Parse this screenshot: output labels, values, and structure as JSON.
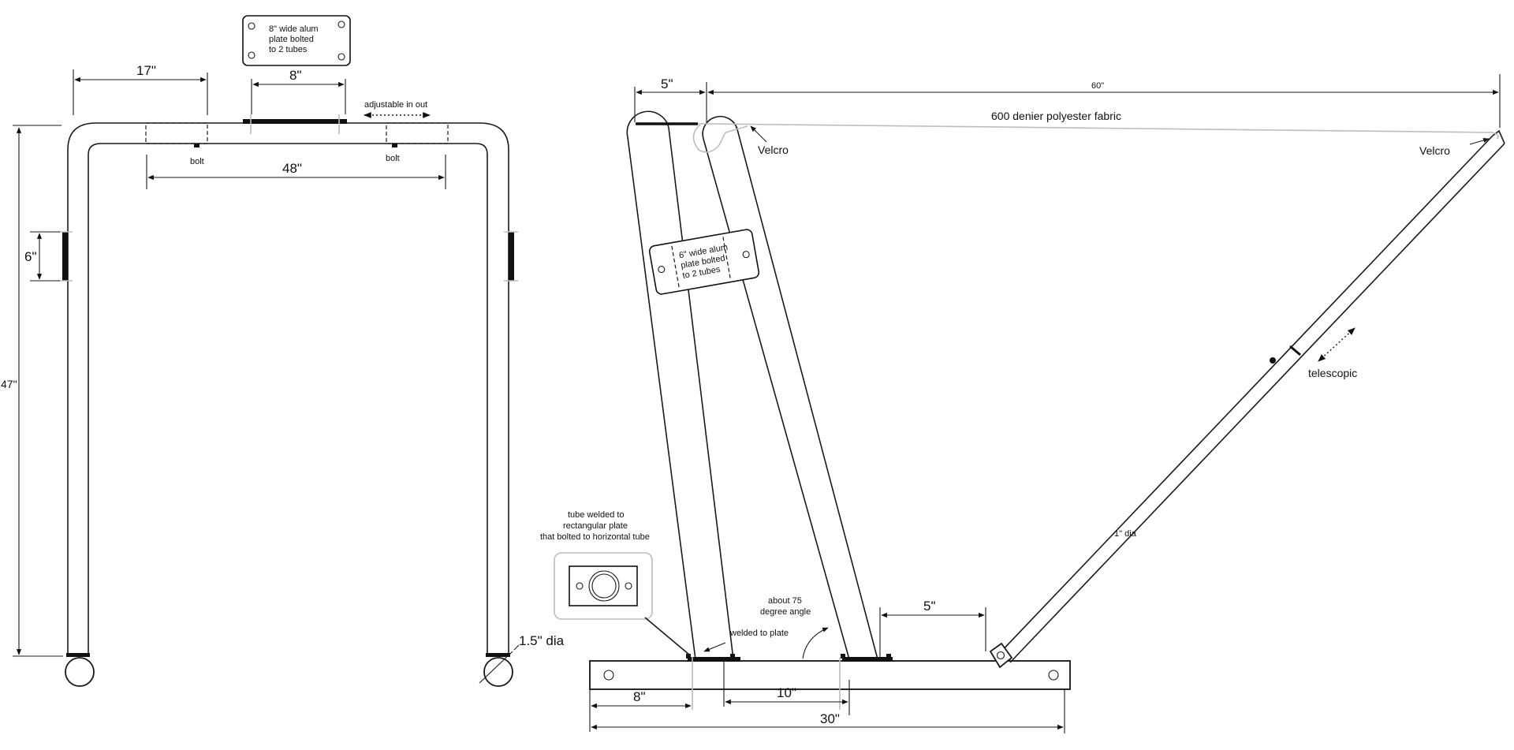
{
  "front_view": {
    "plate_note": [
      "8\" wide alum",
      "plate bolted",
      "to 2 tubes"
    ],
    "dim_17": "17\"",
    "dim_8": "8\"",
    "adjustable": "adjustable in out",
    "dim_48": "48\"",
    "bolt_left": "bolt",
    "bolt_right": "bolt",
    "dim_6": "6\"",
    "dim_47": "47\"",
    "tube_dia": "1.5\" dia"
  },
  "side_view": {
    "dim_5_top": "5\"",
    "dim_60": "60\"",
    "fabric": "600 denier polyester fabric",
    "velcro_left": "Velcro",
    "velcro_right": "Velcro",
    "plate_note": [
      "6\" wide alum",
      "plate bolted",
      "to 2 tubes"
    ],
    "telescopic": "telescopic",
    "rod_dia": "1\" dia",
    "tube_note": [
      "tube welded to",
      "rectangular plate",
      "that bolted to horizontal tube"
    ],
    "angle_note": [
      "about 75",
      "degree angle"
    ],
    "welded": "welded to plate",
    "dim_5_base": "5\"",
    "dim_8": "8\"",
    "dim_10": "10\"",
    "dim_30": "30\""
  }
}
